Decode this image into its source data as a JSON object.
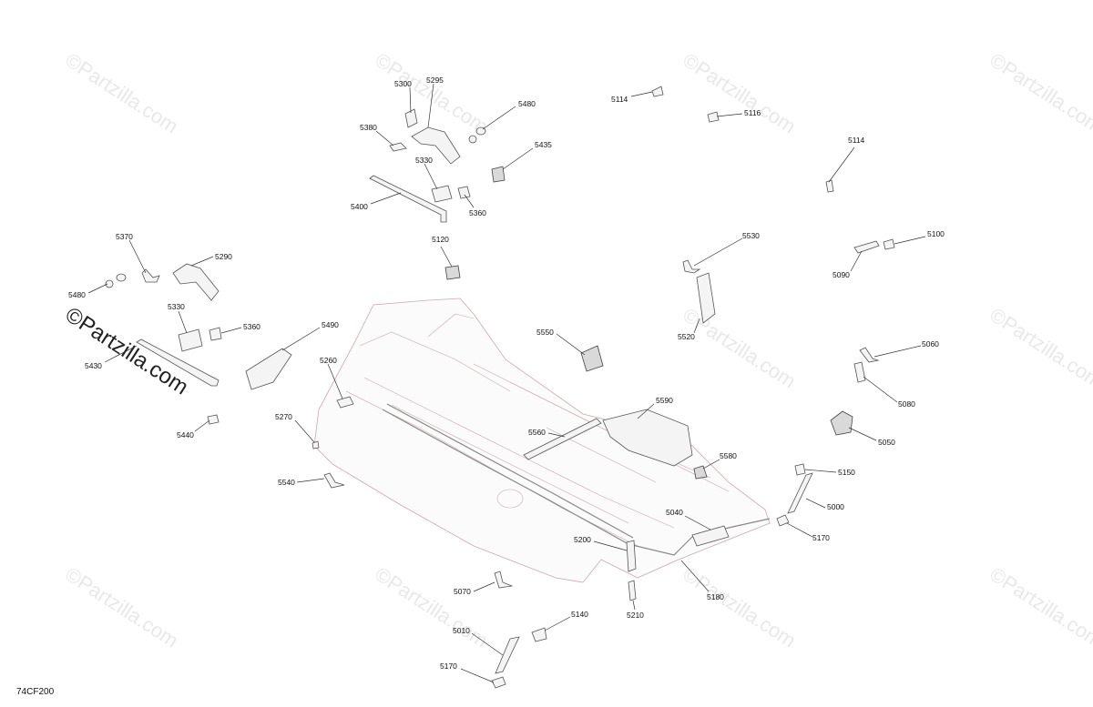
{
  "diagram": {
    "code": "74CF200",
    "watermark": "©Partzilla.com",
    "callouts": [
      {
        "id": "5300",
        "text": "5300"
      },
      {
        "id": "5295",
        "text": "5295"
      },
      {
        "id": "5480a",
        "text": "5480"
      },
      {
        "id": "5380",
        "text": "5380"
      },
      {
        "id": "5435",
        "text": "5435"
      },
      {
        "id": "5330a",
        "text": "5330"
      },
      {
        "id": "5400",
        "text": "5400"
      },
      {
        "id": "5360a",
        "text": "5360"
      },
      {
        "id": "5114a",
        "text": "5114"
      },
      {
        "id": "5116",
        "text": "5116"
      },
      {
        "id": "5114b",
        "text": "5114"
      },
      {
        "id": "5120",
        "text": "5120"
      },
      {
        "id": "5370",
        "text": "5370"
      },
      {
        "id": "5290",
        "text": "5290"
      },
      {
        "id": "5480b",
        "text": "5480"
      },
      {
        "id": "5330b",
        "text": "5330"
      },
      {
        "id": "5360b",
        "text": "5360"
      },
      {
        "id": "5430",
        "text": "5430"
      },
      {
        "id": "5490",
        "text": "5490"
      },
      {
        "id": "5260",
        "text": "5260"
      },
      {
        "id": "5440",
        "text": "5440"
      },
      {
        "id": "5270",
        "text": "5270"
      },
      {
        "id": "5540",
        "text": "5540"
      },
      {
        "id": "5550",
        "text": "5550"
      },
      {
        "id": "5530",
        "text": "5530"
      },
      {
        "id": "5520",
        "text": "5520"
      },
      {
        "id": "5100",
        "text": "5100"
      },
      {
        "id": "5090",
        "text": "5090"
      },
      {
        "id": "5060",
        "text": "5060"
      },
      {
        "id": "5080",
        "text": "5080"
      },
      {
        "id": "5050",
        "text": "5050"
      },
      {
        "id": "5590",
        "text": "5590"
      },
      {
        "id": "5560",
        "text": "5560"
      },
      {
        "id": "5580",
        "text": "5580"
      },
      {
        "id": "5150",
        "text": "5150"
      },
      {
        "id": "5000",
        "text": "5000"
      },
      {
        "id": "5170a",
        "text": "5170"
      },
      {
        "id": "5040",
        "text": "5040"
      },
      {
        "id": "5200",
        "text": "5200"
      },
      {
        "id": "5180",
        "text": "5180"
      },
      {
        "id": "5070",
        "text": "5070"
      },
      {
        "id": "5210",
        "text": "5210"
      },
      {
        "id": "5140",
        "text": "5140"
      },
      {
        "id": "5010",
        "text": "5010"
      },
      {
        "id": "5170b",
        "text": "5170"
      }
    ]
  }
}
